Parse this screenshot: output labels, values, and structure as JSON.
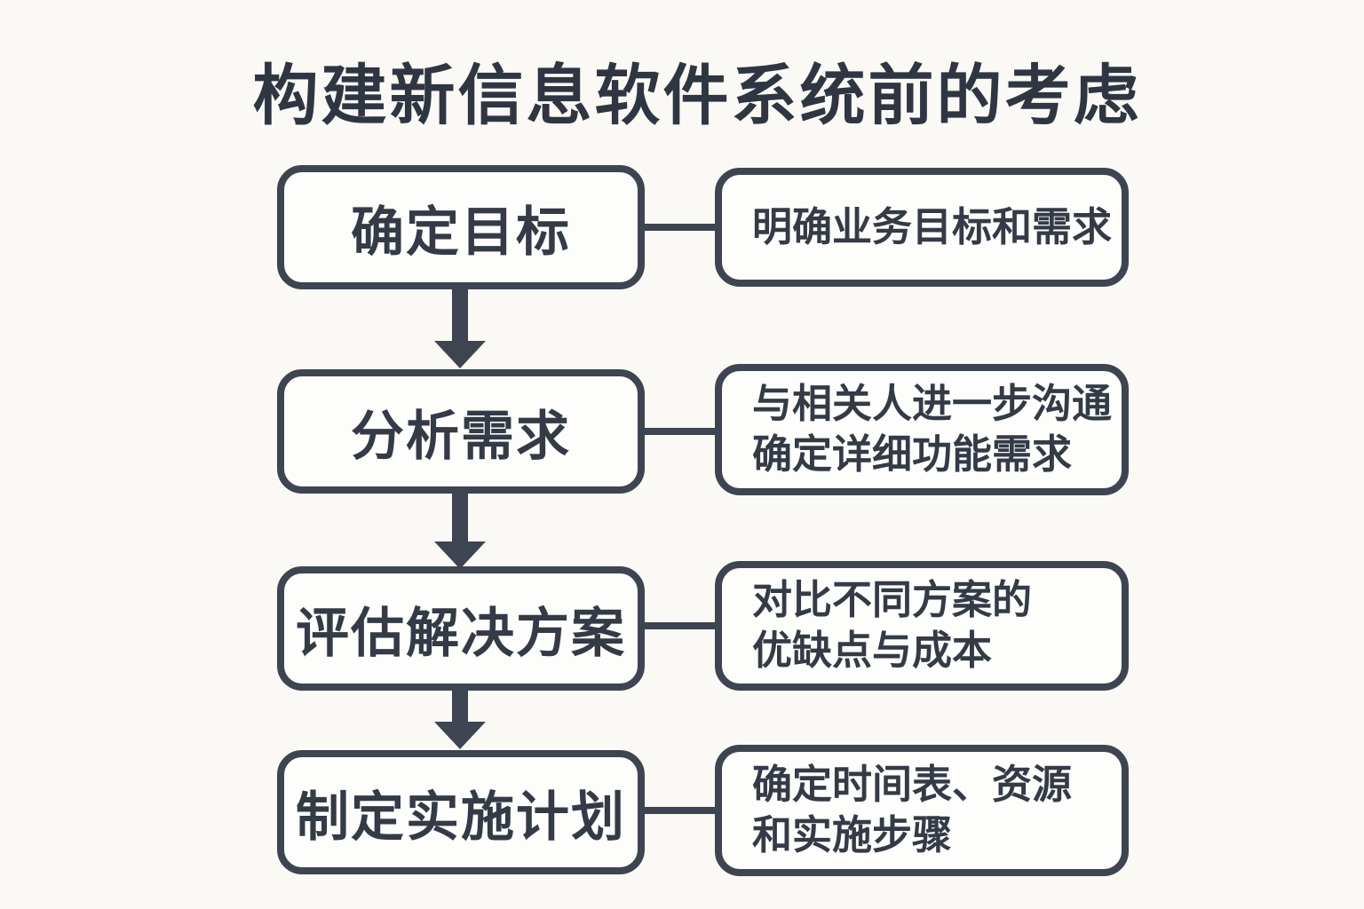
{
  "title": "构建新信息软件系统前的考虑",
  "colors": {
    "ink": "#3e4550",
    "text": "#343b47",
    "title": "#2f3642",
    "background": "#faf9f6",
    "box_fill": "#fdfdfb"
  },
  "flow": {
    "steps": [
      {
        "label": "确定目标",
        "details": [
          "明确业务目标和需求"
        ]
      },
      {
        "label": "分析需求",
        "details": [
          "与相关人进一步沟通",
          "确定详细功能需求"
        ]
      },
      {
        "label": "评估解决方案",
        "details": [
          "对比不同方案的",
          "优缺点与成本"
        ]
      },
      {
        "label": "制定实施计划",
        "details": [
          "确定时间表、资源",
          "和实施步骤"
        ]
      }
    ]
  }
}
